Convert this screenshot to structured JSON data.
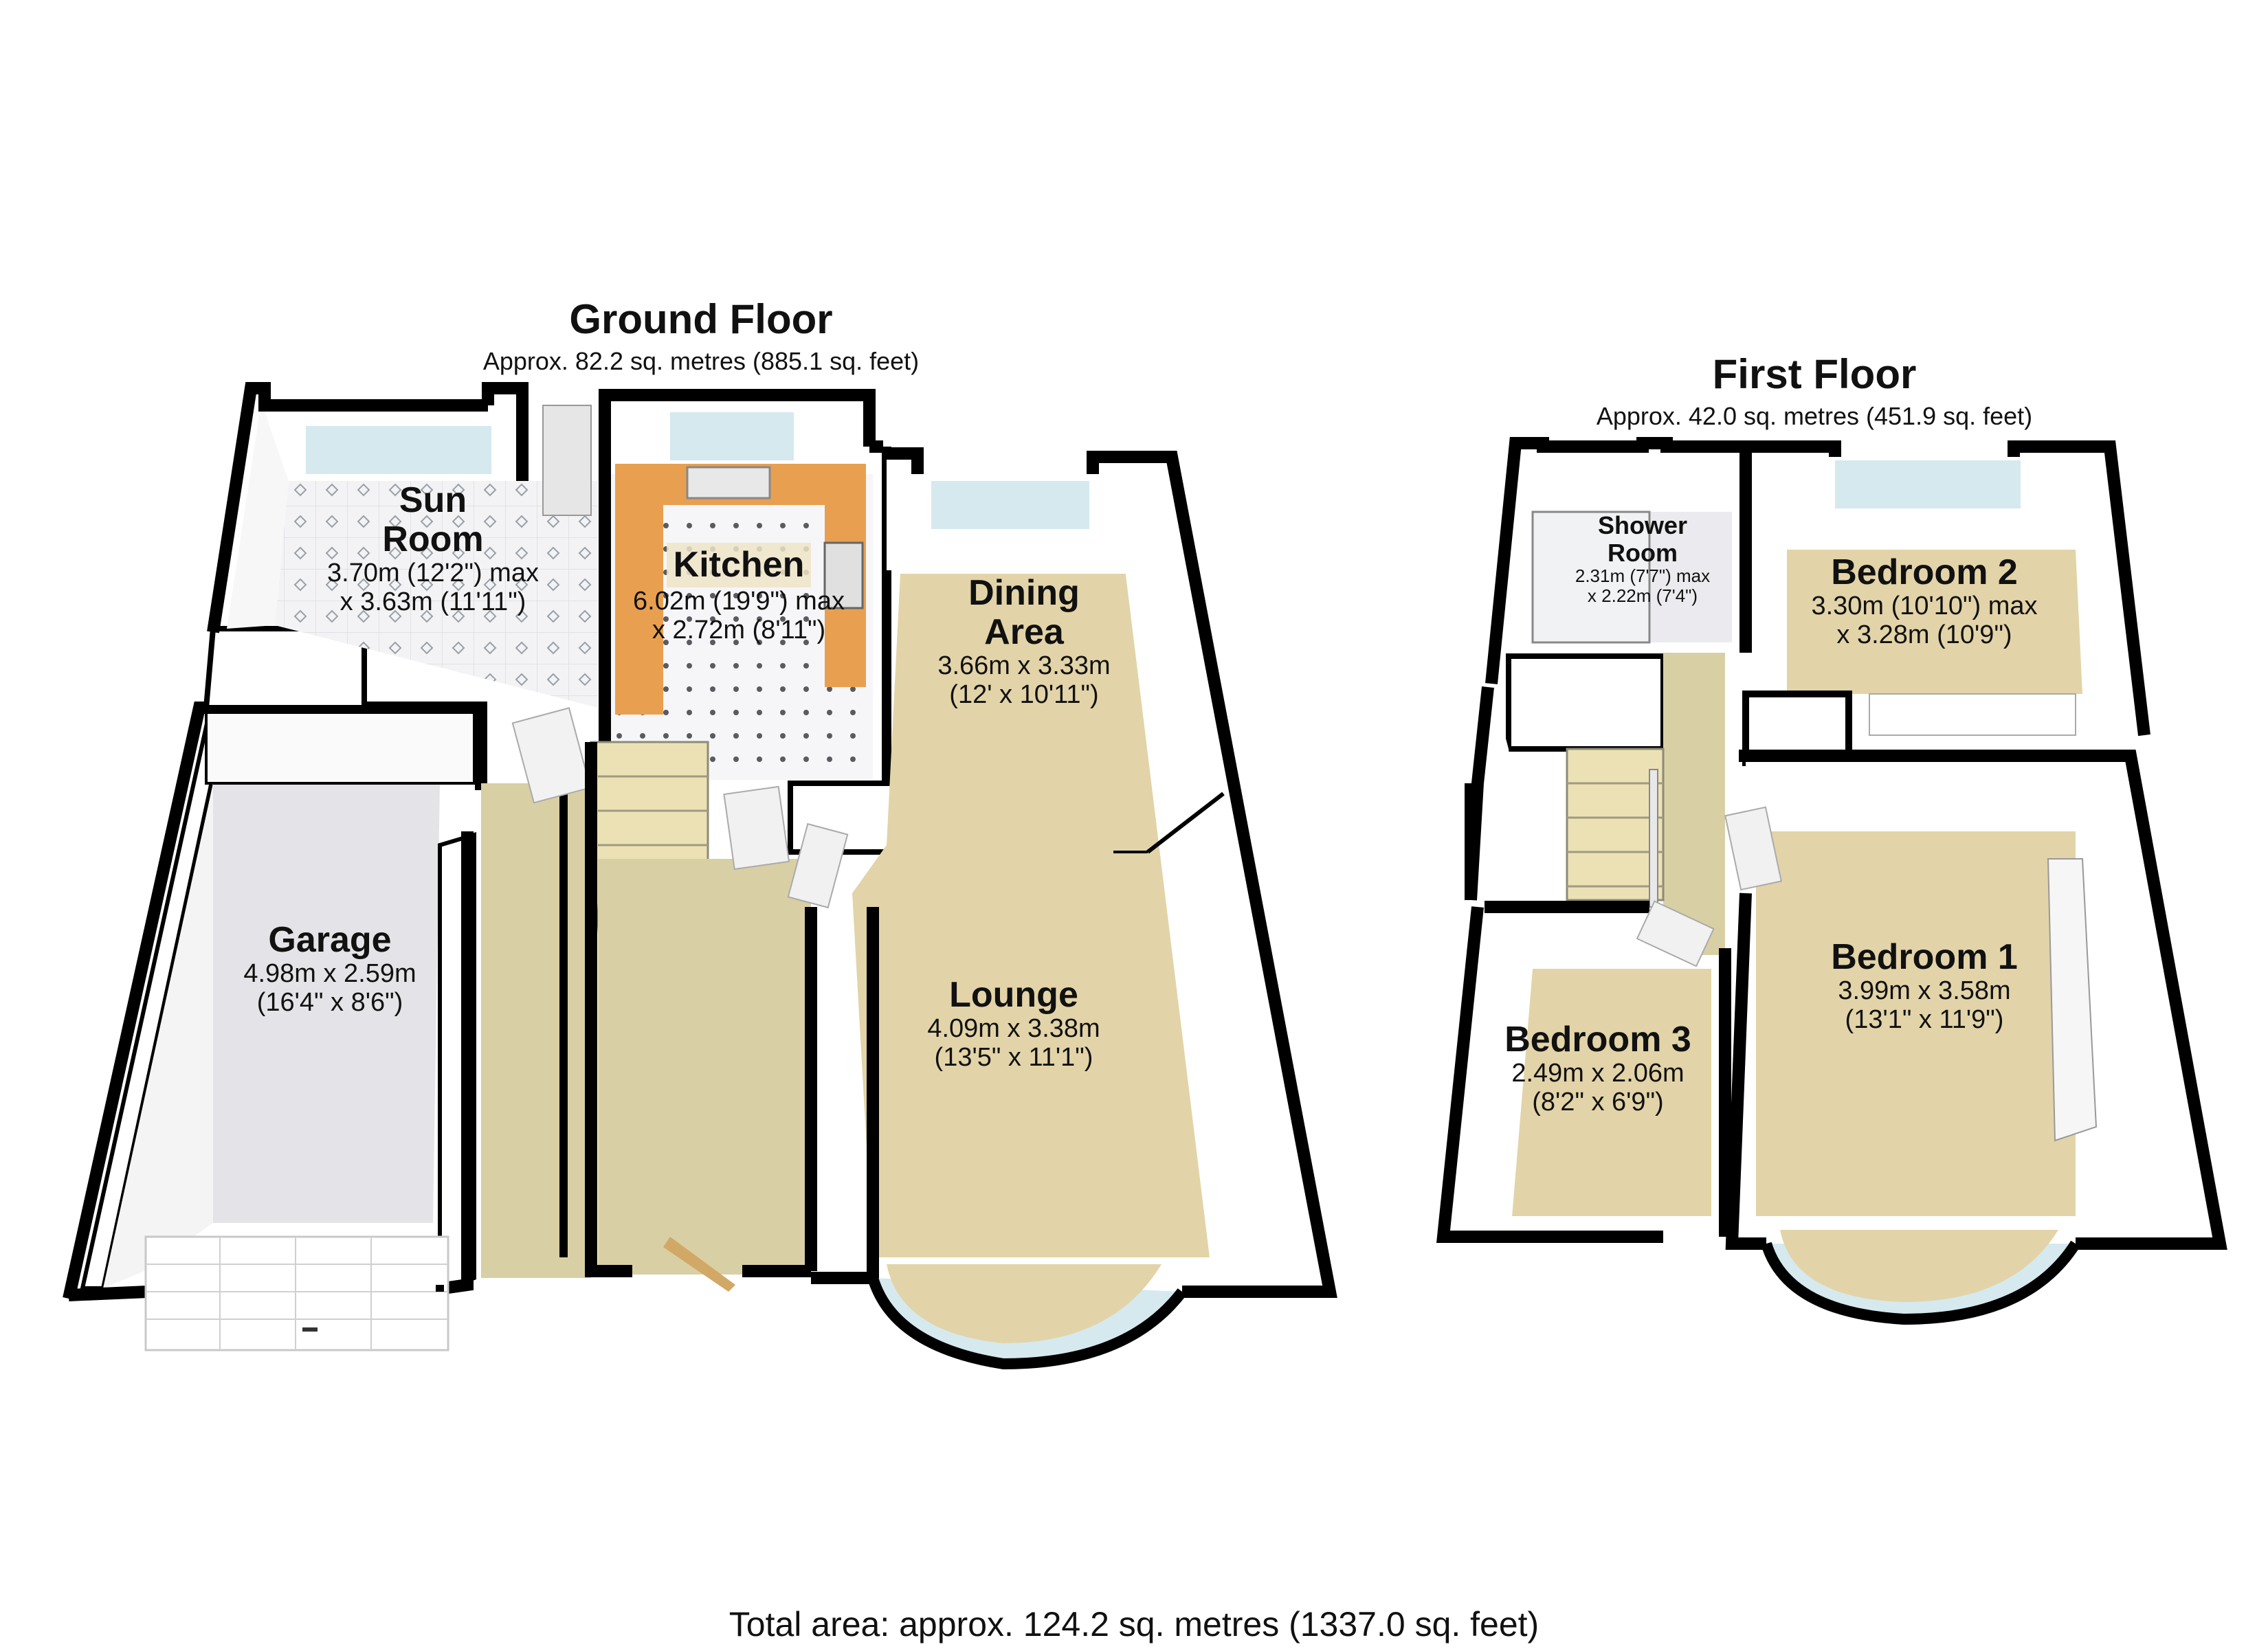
{
  "ground_floor": {
    "title": "Ground Floor",
    "area": "Approx. 82.2 sq. metres (885.1 sq. feet)",
    "rooms": {
      "sun_room": {
        "name_line1": "Sun",
        "name_line2": "Room",
        "dim1": "3.70m (12'2\") max",
        "dim2": "x 3.63m (11'11\")"
      },
      "kitchen": {
        "name": "Kitchen",
        "dim1": "6.02m (19'9\") max",
        "dim2": "x 2.72m (8'11\")"
      },
      "dining": {
        "name_line1": "Dining",
        "name_line2": "Area",
        "dim1": "3.66m x 3.33m",
        "dim2": "(12' x 10'11\")"
      },
      "garage": {
        "name": "Garage",
        "dim1": "4.98m x 2.59m",
        "dim2": "(16'4\" x 8'6\")"
      },
      "lounge": {
        "name": "Lounge",
        "dim1": "4.09m x 3.38m",
        "dim2": "(13'5\" x 11'1\")"
      }
    }
  },
  "first_floor": {
    "title": "First Floor",
    "area": "Approx. 42.0 sq. metres (451.9 sq. feet)",
    "rooms": {
      "shower_room": {
        "name_line1": "Shower",
        "name_line2": "Room",
        "dim1": "2.31m (7'7\") max",
        "dim2": "x 2.22m (7'4\")"
      },
      "bedroom2": {
        "name": "Bedroom 2",
        "dim1": "3.30m (10'10\") max",
        "dim2": "x 3.28m (10'9\")"
      },
      "bedroom1": {
        "name": "Bedroom 1",
        "dim1": "3.99m x 3.58m",
        "dim2": "(13'1\" x 11'9\")"
      },
      "bedroom3": {
        "name": "Bedroom 3",
        "dim1": "2.49m x 2.06m",
        "dim2": "(8'2\" x 6'9\")"
      }
    }
  },
  "total_area": "Total area: approx. 124.2 sq. metres (1337.0 sq. feet)",
  "colors": {
    "wall": "#000000",
    "carpet": "#e2d4a8",
    "floor_grey": "#e6e6ea",
    "tile": "#f2f2f2",
    "wall_face": "#ffffff",
    "worktop": "#e8a050",
    "window": "#cfe6ec"
  }
}
